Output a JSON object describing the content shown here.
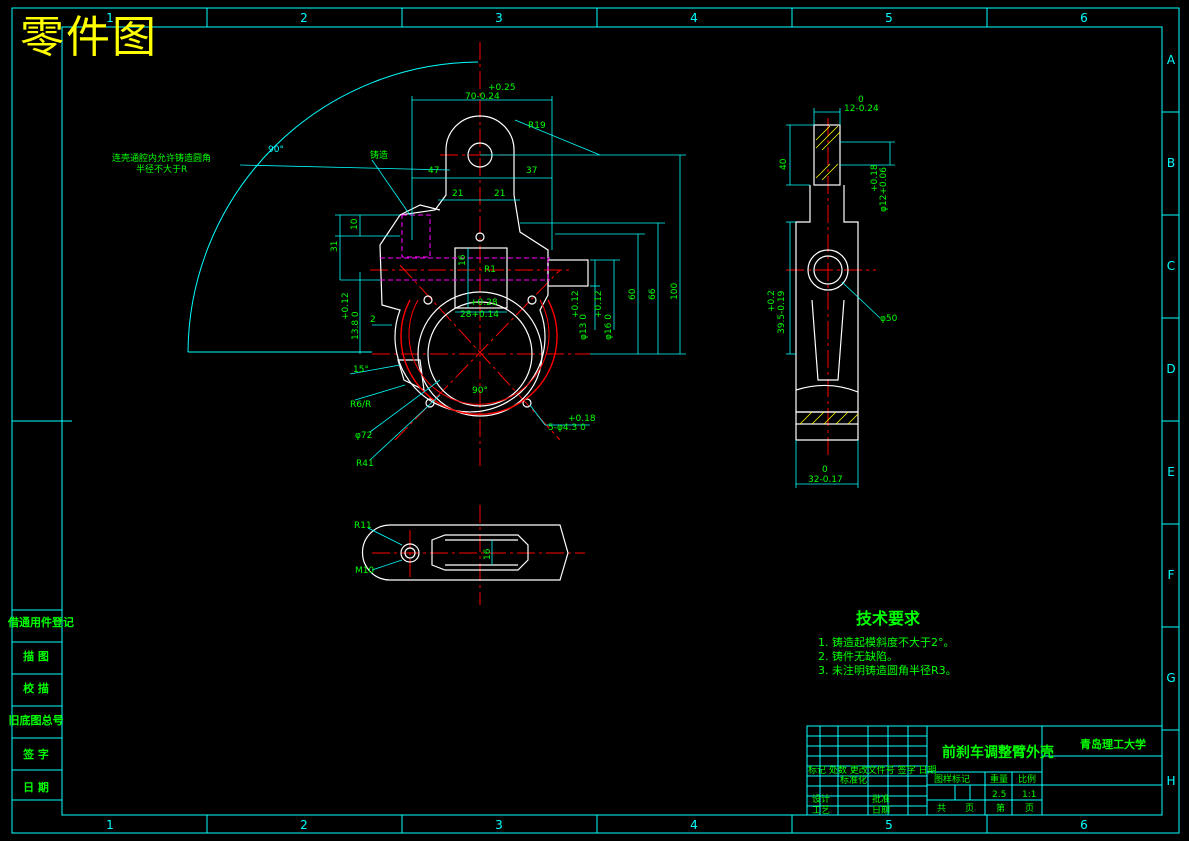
{
  "drawing": {
    "title": "零件图",
    "part_name": "前刹车调整臂外壳",
    "organization": "青岛理工大学",
    "scale": "1:1",
    "column_labels": [
      "1",
      "2",
      "3",
      "4",
      "5",
      "6"
    ],
    "row_labels": [
      "A",
      "B",
      "C",
      "D",
      "E",
      "F",
      "G",
      "H"
    ]
  },
  "annotations": {
    "note_boundary": "连壳通腔内允许铸造圆角",
    "note_boundary_2": "半径不大于R",
    "machined_mark": "铸造",
    "angle_90": "90°",
    "angle_15": "15°",
    "angle_90_inner": "90°"
  },
  "dimensions": {
    "d_70": "70-0.24",
    "d_70_tol": "+0.25",
    "r19": "R19",
    "d_47": "47",
    "d_37": "37",
    "d_21a": "21",
    "d_21b": "21",
    "d_10": "10",
    "d_31": "31",
    "d_16v": "16",
    "d_r1": "R1",
    "d_28": "28+0.14",
    "d_28_tol": "+0.28",
    "d_13_8": "13.8 0",
    "d_13_8_tol": "+0.12",
    "d_2": "2",
    "d_phi13": "φ13 0",
    "d_phi13_tol": "+0.12",
    "d_phi16": "φ16 0",
    "d_phi16_tol": "+0.12",
    "d_60": "60",
    "d_66": "66",
    "d_100": "100",
    "d_r6": "R6/R",
    "d_phi72": "φ72",
    "d_r41": "R41",
    "d_holes": "5-φ4.3 0",
    "d_holes_tol": "+0.18",
    "d_12": "12-0.24",
    "d_12_tol": "0",
    "d_40": "40",
    "d_phi12": "φ12+0.06",
    "d_phi12_tol": "+0.18",
    "d_39_5": "39.5-0.19",
    "d_39_5_tol": "+0.2",
    "d_phi50": "φ50",
    "d_32": "32-0.17",
    "d_32_tol": "0",
    "d_r11": "R11",
    "d_m10": "M10",
    "d_16h": "16"
  },
  "tech_requirements": {
    "title": "技术要求",
    "items": [
      "1. 铸造起模斜度不大于2°。",
      "2. 铸件无缺陷。",
      "3. 未注明铸造圆角半径R3。"
    ]
  },
  "left_block": {
    "items": [
      "借通用件登记",
      "描 图",
      "校 描",
      "旧底图总号",
      "签 字",
      "日 期"
    ]
  },
  "title_block": {
    "weight_label": "重量",
    "scale_label": "比例",
    "stage_label": "图样标记",
    "weight_value": "2.5",
    "scale_value": "1:1",
    "total_label": "共",
    "sheets_label": "页",
    "sheet_label": "第",
    "sheet_page": "页",
    "design_label": "设计",
    "process_label": "工艺",
    "date_label": "日期",
    "approve_label": "批准",
    "std_label": "标准化",
    "revision_header": "标记 处数 更改文件号 签字 日期"
  },
  "colors": {
    "frame": "#00ffff",
    "outline": "#ffffff",
    "center": "#ff0000",
    "dim": "#00ffff",
    "text": "#00ff00",
    "hidden": "#ff00ff",
    "title": "#ffff00"
  }
}
